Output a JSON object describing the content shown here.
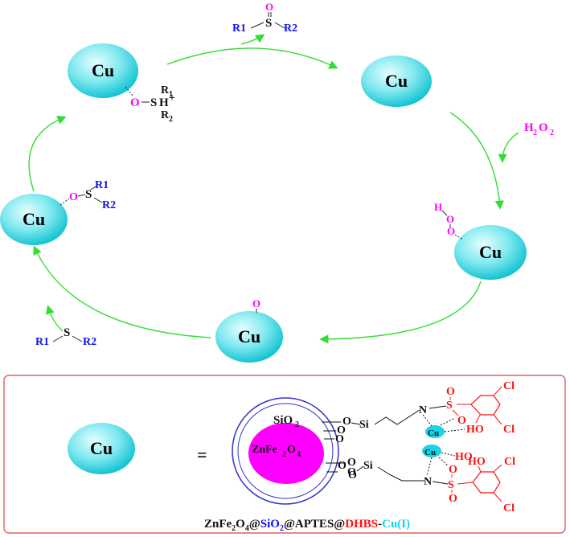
{
  "colors": {
    "sphere_light": "#c8fbfd",
    "sphere_dark": "#1cc8d6",
    "arrow": "#33dd33",
    "oxygen": "#ff00ff",
    "r_groups": "#1010ee",
    "sulfur_red": "#ff1010",
    "frame": "#e06060",
    "core_magenta": "#ff00ff",
    "shell_blue": "#3333cc",
    "cu_label_cyan": "#19d4e6"
  },
  "cycle": {
    "cu": "Cu",
    "node1": {
      "o": "O",
      "s": "S",
      "h": "H",
      "plus": "+",
      "r1": "R",
      "r1_sub": "1",
      "r2": "R",
      "r2_sub": "2"
    },
    "sulfoxide": {
      "o": "O",
      "s": "S",
      "r1": "R1",
      "r2": "R2"
    },
    "peroxide": {
      "h": "H",
      "n": "2",
      "o": "O"
    },
    "hydroperoxo": {
      "h": "H",
      "o1": "O",
      "o2": "O"
    },
    "oxo": {
      "o": "O"
    },
    "sulfide": {
      "s": "S",
      "r1": "R1",
      "r2": "R2"
    },
    "sulfoxide_bound": {
      "o": "O",
      "s": "S",
      "r1": "R1",
      "r2": "R2"
    }
  },
  "legend": {
    "cu": "Cu",
    "equals": "=",
    "shell": "SiO",
    "shell_sub": "2",
    "core_a": "ZnFe",
    "core_sub1": "2",
    "core_b": "O",
    "core_sub2": "4",
    "si": "Si",
    "o": "O",
    "n": "N",
    "s": "S",
    "ho": "HO",
    "oh": "HO",
    "cl": "Cl",
    "cu_small": "Cu",
    "caption": {
      "part1": "ZnFe",
      "sub1": "2",
      "part2": "O",
      "sub2": "4",
      "part3": "@",
      "part4": "SiO",
      "sub3": "2",
      "part5": "@APTES@",
      "part6": "DHBS",
      "part7": "-",
      "part8": "Cu(I)"
    }
  }
}
